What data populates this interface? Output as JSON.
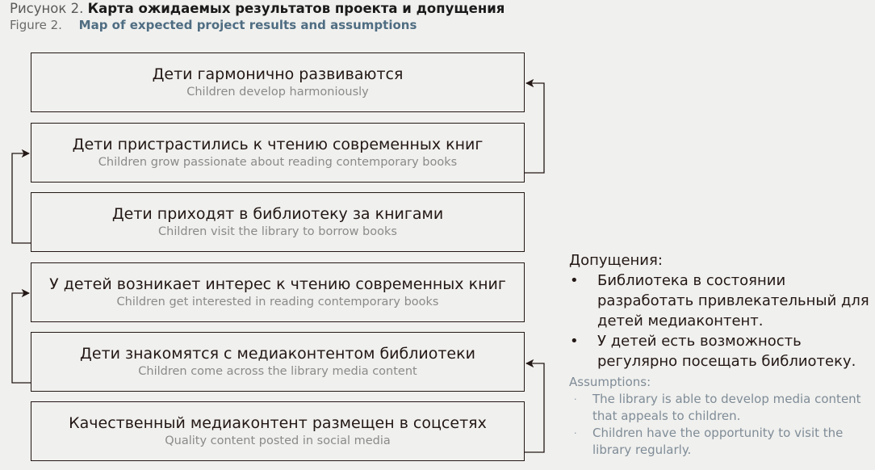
{
  "caption": {
    "ru_prefix": "Рисунок 2.",
    "ru_title": "Карта ожидаемых результатов проекта и допущения",
    "en_prefix": "Figure 2.",
    "en_title": "Map of expected project results and assumptions"
  },
  "diagram": {
    "type": "results-chain",
    "direction": "bottom-to-top",
    "nodes": [
      {
        "id": "n1",
        "ru": "Дети гармонично развиваются",
        "en": "Children develop harmoniously"
      },
      {
        "id": "n2",
        "ru": "Дети пристрастились к чтению современных книг",
        "en": "Children grow passionate about reading contemporary books"
      },
      {
        "id": "n3",
        "ru": "Дети приходят в библиотеку за книгами",
        "en": "Children visit the library to borrow books"
      },
      {
        "id": "n4",
        "ru": "У детей возникает интерес к чтению современных книг",
        "en": "Children get interested in reading contemporary books"
      },
      {
        "id": "n5",
        "ru": "Дети знакомятся с медиаконтентом библиотеки",
        "en": "Children come across the library media content"
      },
      {
        "id": "n6",
        "ru": "Качественный медиаконтент размещен в соцсетях",
        "en": "Quality content posted in social media"
      }
    ],
    "connectors": [
      {
        "from": "n2",
        "to": "n1",
        "side": "right"
      },
      {
        "from": "n3",
        "to": "n2",
        "side": "left"
      },
      {
        "from": "n5",
        "to": "n4",
        "side": "left"
      },
      {
        "from": "n6",
        "to": "n5",
        "side": "right"
      }
    ]
  },
  "assumptions": {
    "ru_heading": "Допущения:",
    "ru_bullet": "•",
    "ru_items": [
      "Библиотека в состоянии разработать привлекательный для детей медиаконтент.",
      "У детей есть возможность регулярно посещать библиотеку."
    ],
    "en_heading": "Assumptions:",
    "en_bullet": "·",
    "en_items": [
      "The library is able to develop media content that appeals to children.",
      "Children have the opportunity to visit the library regularly."
    ]
  },
  "colors": {
    "background": "#f0f0ee",
    "box_border": "#231815",
    "text_primary": "#231815",
    "text_secondary": "#8a8a8a",
    "caption_accent": "#4f6d82"
  }
}
